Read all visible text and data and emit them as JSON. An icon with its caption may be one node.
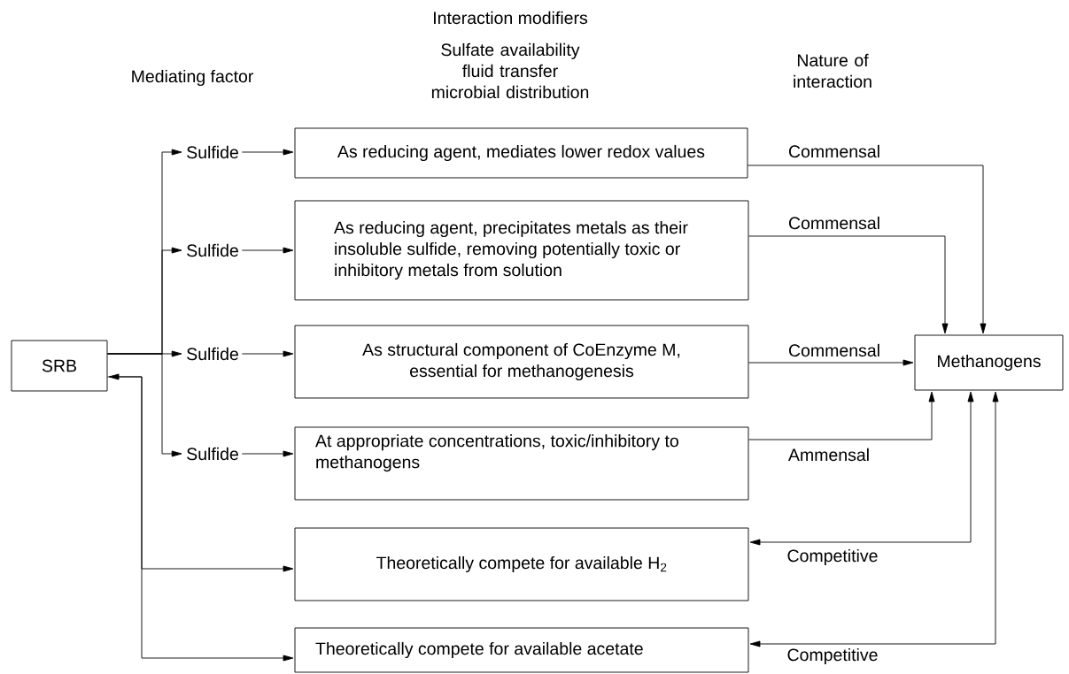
{
  "diagram": {
    "nodes": [
      {
        "text": [
          "SRB"
        ]
      },
      {
        "text": [
          "Sulfide"
        ]
      },
      {
        "text": [
          "Sulfide"
        ]
      },
      {
        "text": [
          "Sulfide"
        ]
      },
      {
        "text": [
          "Sulfide"
        ]
      },
      {
        "text": [
          "As reducing agent, mediates lower redox values"
        ]
      },
      {
        "text": [
          "As reducing agent, precipitates metals as their insoluble sulfide, removing potentially toxic or inhibitory metals from solution"
        ]
      },
      {
        "text": [
          "As structural component of CoEnzyme M, essential for methanogenesis"
        ]
      },
      {
        "text": [
          "At appropriate concentrations, toxic/inhibitory to methanogens"
        ]
      },
      {
        "text": [
          "Theoretically compete for available H$_{2}$"
        ]
      },
      {
        "text": [
          "Theoretically compete for available acetate"
        ]
      },
      {
        "text": [
          "Methanogens"
        ]
      }
    ],
    "edges": [
      {
        "from": 0,
        "to": 1,
        "arrow": "to"
      },
      {
        "from": 0,
        "to": 2,
        "arrow": "to"
      },
      {
        "from": 0,
        "to": 3,
        "arrow": "to"
      },
      {
        "from": 0,
        "to": 4,
        "arrow": "to"
      },
      {
        "from": 1,
        "to": 5,
        "arrow": "to"
      },
      {
        "from": 2,
        "to": 6,
        "arrow": "to"
      },
      {
        "from": 3,
        "to": 7,
        "arrow": "to"
      },
      {
        "from": 4,
        "to": 8,
        "arrow": "to"
      },
      {
        "from": 5,
        "to": 11,
        "arrow": "to",
        "label": "Commensal"
      },
      {
        "from": 6,
        "to": 11,
        "arrow": "to",
        "label": "Commensal"
      },
      {
        "from": 7,
        "to": 11,
        "arrow": "to",
        "label": "Commensal"
      },
      {
        "from": 8,
        "to": 11,
        "arrow": "to",
        "label": "Ammensal"
      },
      {
        "from": 11,
        "to": 9,
        "arrow": "both",
        "label": "Competitive"
      },
      {
        "from": 11,
        "to": 10,
        "arrow": "both",
        "label": "Competitive"
      },
      {
        "from": 0,
        "to": 9,
        "arrow": "both"
      },
      {
        "from": 0,
        "to": 10,
        "arrow": "to"
      }
    ],
    "labels": [
      "Interaction modifiers",
      "Sulfate availability fluid transfer microbial distribution",
      "Mediating factor",
      "Nature of interaction"
    ]
  }
}
